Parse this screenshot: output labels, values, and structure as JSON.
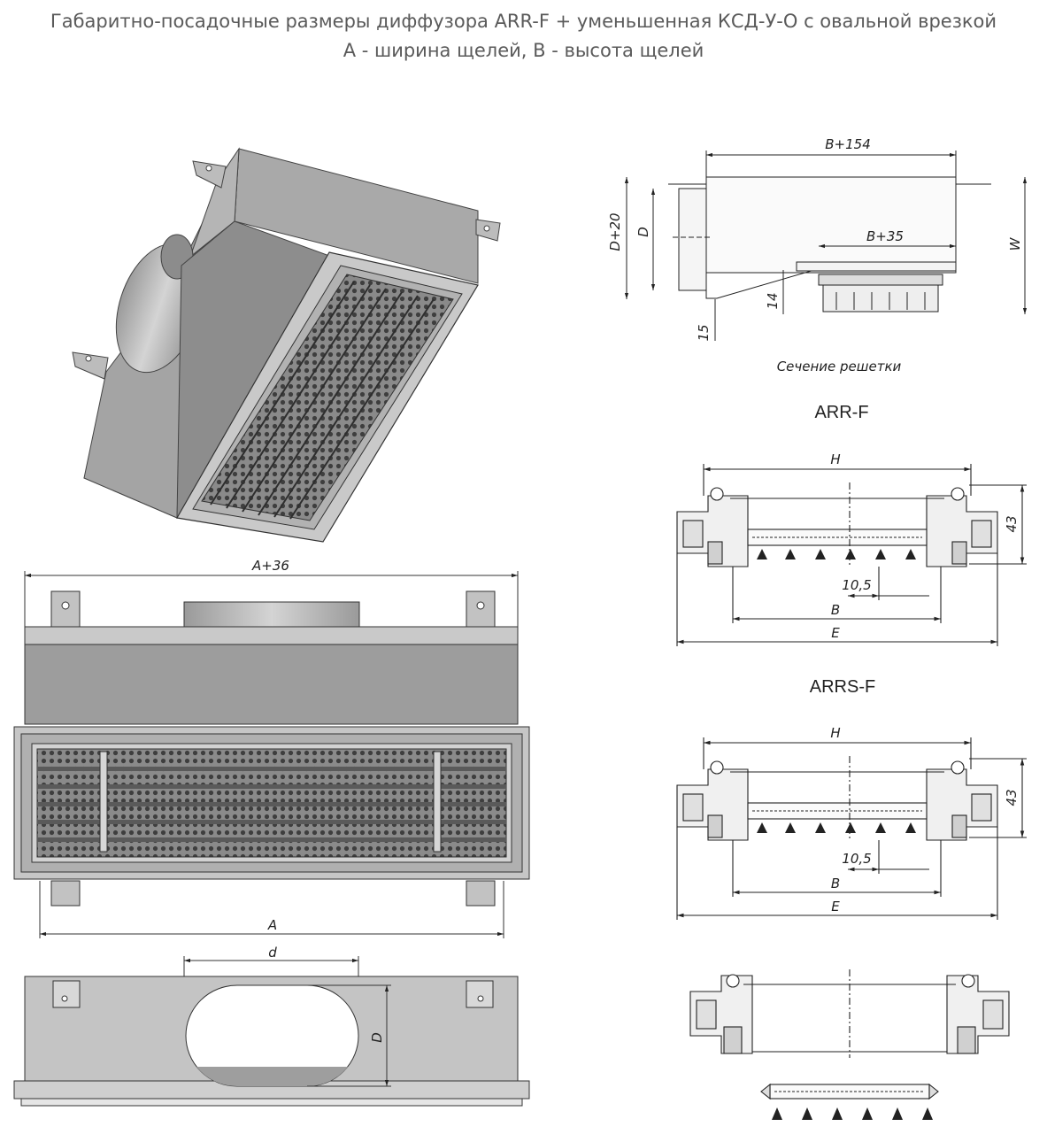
{
  "title": {
    "line1": "Габаритно-посадочные размеры диффузора ARR-F + уменьшенная КСД-У-О с овальной врезкой",
    "line2": "А - ширина щелей, В - высота щелей"
  },
  "side_view": {
    "dim_b154": "B+154",
    "dim_b35": "B+35",
    "dim_d20": "D+20",
    "dim_d": "D",
    "dim_w": "W",
    "dim_14": "14",
    "dim_15": "15",
    "caption": "Сечение решетки"
  },
  "section_arr": {
    "label": "ARR-F",
    "dim_h": "H",
    "dim_43": "43",
    "dim_105": "10,5",
    "dim_b": "B",
    "dim_e": "E"
  },
  "section_arrs": {
    "label": "ARRS-F",
    "dim_h": "H",
    "dim_43": "43",
    "dim_105": "10,5",
    "dim_b": "B",
    "dim_e": "E"
  },
  "front_view": {
    "dim_a36": "A+36",
    "dim_a": "A"
  },
  "top_view": {
    "dim_d_small": "d",
    "dim_d": "D"
  },
  "colors": {
    "body_gray": "#a0a0a0",
    "light_gray": "#c8c8c8",
    "dark_gray": "#6e6e6e",
    "line": "#333333"
  }
}
